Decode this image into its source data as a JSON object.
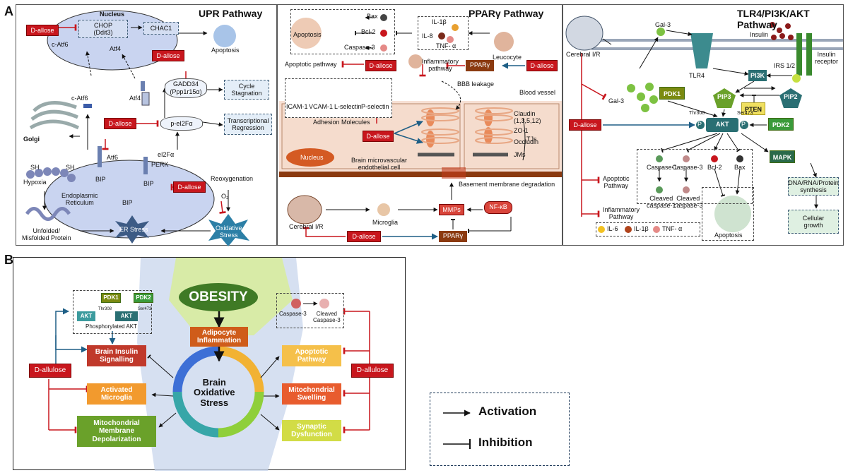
{
  "labels": {
    "a": "A",
    "b": "B"
  },
  "upr": {
    "title": "UPR Pathway",
    "nucleus": "Nucleus",
    "chop": "CHOP\n(Ddit3)",
    "chac1": "CHAC1",
    "dallose": "D-allose",
    "apoptosis": "Apoptosis",
    "c_atf6": "c-Atf6",
    "atf4": "Atf4",
    "gadd34": "GADD34\n(Ppp1r15α)",
    "cycle_stagnation": "Cycle\nStagnation",
    "transcriptional_regression": "Transcriptional\nRegression",
    "p_eif2a": "p-eI2Fα",
    "eif2a": "eI2Fα",
    "perk": "PERK",
    "atf6": "Atf6",
    "golgi": "Golgi",
    "bip": "BIP",
    "er": "Endoplasmic\nReticulum",
    "er_stress": "ER Stress",
    "hypoxia": "Hypoxia",
    "sh": "SH",
    "unfolded": "Unfolded/\nMisfolded Protein",
    "reoxygenation": "Reoxygenation",
    "o2": "O₂",
    "oxidative_stress": "Oxidative\nStress"
  },
  "ppar": {
    "title": "PPARγ Pathway",
    "bax": "Bax",
    "bcl2": "Bcl-2",
    "caspase3": "Caspase-3",
    "apoptosis": "Apoptosis",
    "il1b": "IL-1β",
    "il8": "IL-8",
    "tnfa": "TNF- α",
    "leucocyte": "Leucocyte",
    "apoptotic_pathway": "Apoptotic pathway",
    "dallose": "D-allose",
    "inflammatory_pathway": "Inflammatory\npathway",
    "ppar": "PPARγ",
    "bbb_leakage": "BBB leakage",
    "blood_vessel": "Blood vessel",
    "icam": "ICAM-1",
    "vcam": "VCAM-1",
    "lselectin": "L-selectin",
    "pselectin": "P-selectin",
    "adhesion": "Adhesion Molecules",
    "claudin": "Claudin\n(1,3,5,12)",
    "zo1": "ZO-1",
    "occludin": "Occludin",
    "jms": "JMs",
    "tjs": "TJs",
    "nucleus": "Nucleus",
    "bmec": "Brain microvascular\nendothelial cell",
    "basement": "Basement membrane degradation",
    "cerebral_ir": "Cerebral I/R",
    "microglia": "Microglia",
    "mmps": "MMPs",
    "nfkb": "NF-κB"
  },
  "tlr": {
    "title": "TLR4/PI3K/AKT Pathway",
    "cerebral_ir": "Cerebral I/R",
    "gal3": "Gal-3",
    "tlr4": "TLR4",
    "insulin": "Insulin",
    "insulin_receptor": "Insulin\nreceptor",
    "irs": "IRS 1/2",
    "pi3k": "PI3K",
    "pdk1": "PDK1",
    "pip3": "PIP3",
    "pip2": "PIP2",
    "pten": "PTEN",
    "dallose": "D-allose",
    "thr308": "Thr308",
    "ser473": "Ser473",
    "akt": "AKT",
    "p": "P",
    "pdk2": "PDK2",
    "mapk": "MAPK",
    "caspase1": "Caspase-1",
    "caspase3": "Caspase-3",
    "bcl2": "Bcl-2",
    "bax": "Bax",
    "apoptotic_pathway": "Apoptotic\nPathway",
    "cleaved_c1": "Cleaved\ncaspase-1",
    "cleaved_c3": "Cleaved\ncaspase-3",
    "inflammatory_pathway": "Inflammatory\nPathway",
    "il6": "IL-6",
    "il1b": "IL-1β",
    "tnfa": "TNF- α",
    "apoptosis": "Apoptosis",
    "dna": "DNA/RNA/Protein\nsynthesis",
    "growth": "Cellular\ngrowth"
  },
  "b": {
    "obesity": "OBESITY",
    "adipocyte": "Adipocyte\nInflammation",
    "brain_stress": "Brain\nOxidative\nStress",
    "pdk1": "PDK1",
    "pdk2": "PDK2",
    "akt": "AKT",
    "akt2": "AKT",
    "thr308": "Thr308",
    "ser473": "Ser473",
    "phos_akt": "Phosphorylated AKT",
    "caspase3": "Caspase-3",
    "cleaved_c3": "Cleaved\nCaspase-3",
    "brain_insulin": "Brain Insulin\nSignalling",
    "activated_microglia": "Activated\nMicroglia",
    "mito_depol": "Mitochondrial\nMembrane\nDepolarization",
    "apoptotic": "Apoptotic\nPathway",
    "mito_swelling": "Mitochondrial\nSwelling",
    "synaptic": "Synaptic\nDysfunction",
    "dallulose_left": "D-allulose",
    "dallulose_right": "D-allulose"
  },
  "legend": {
    "activation": "Activation",
    "inhibition": "Inhibition"
  },
  "colors": {
    "red": "#c8161d",
    "brown": "#8b3a10",
    "teal": "#2a6f73",
    "blue_arrow": "#1f5f86",
    "green": "#6aa12a",
    "orange": "#e8932c",
    "yellow": "#e8d85a"
  }
}
